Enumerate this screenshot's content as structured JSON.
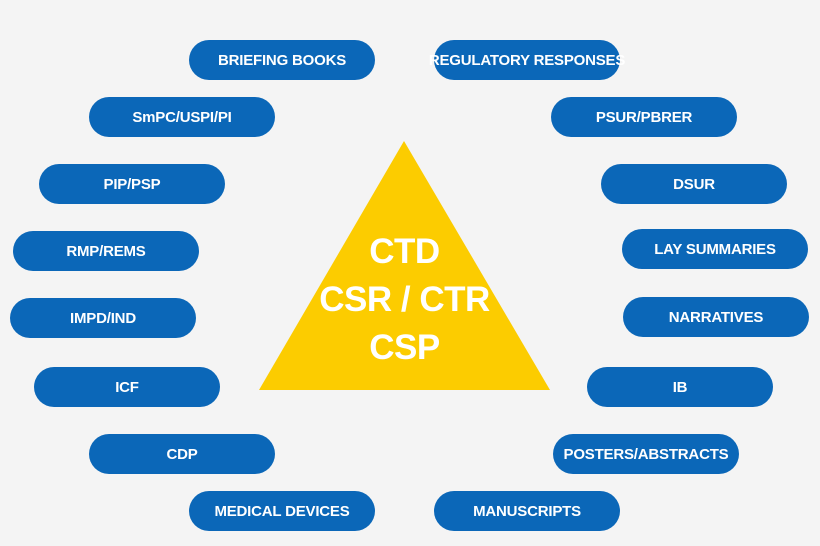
{
  "colors": {
    "background": "#f4f4f4",
    "pill": "#0b67b8",
    "pill_text": "#ffffff",
    "triangle": "#fccc00"
  },
  "center": {
    "lines": [
      "CTD",
      "CSR / CTR",
      "CSP"
    ]
  },
  "left": [
    "BRIEFING BOOKS",
    "SmPC/USPI/PI",
    "PIP/PSP",
    "RMP/REMS",
    "IMPD/IND",
    "ICF",
    "CDP",
    "MEDICAL DEVICES"
  ],
  "right": [
    "REGULATORY RESPONSES",
    "PSUR/PBRER",
    "DSUR",
    "LAY SUMMARIES",
    "NARRATIVES",
    "IB",
    "POSTERS/ABSTRACTS",
    "MANUSCRIPTS"
  ]
}
